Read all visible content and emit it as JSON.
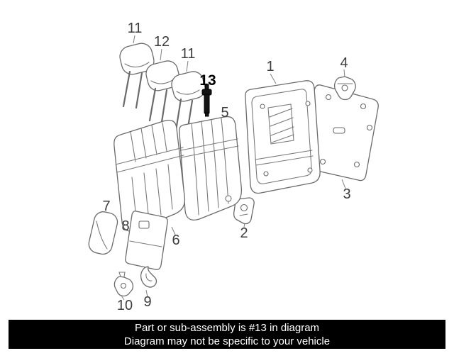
{
  "diagram": {
    "highlighted_part": "13",
    "labels": [
      {
        "id": "11-left",
        "text": "11"
      },
      {
        "id": "12",
        "text": "12"
      },
      {
        "id": "11-right",
        "text": "11"
      },
      {
        "id": "13",
        "text": "13"
      },
      {
        "id": "1",
        "text": "1"
      },
      {
        "id": "4",
        "text": "4"
      },
      {
        "id": "5",
        "text": "5"
      },
      {
        "id": "3",
        "text": "3"
      },
      {
        "id": "2",
        "text": "2"
      },
      {
        "id": "6",
        "text": "6"
      },
      {
        "id": "7",
        "text": "7"
      },
      {
        "id": "8",
        "text": "8"
      },
      {
        "id": "9",
        "text": "9"
      },
      {
        "id": "10",
        "text": "10"
      }
    ]
  },
  "banner": {
    "line1": "Part or sub-assembly is #13 in diagram",
    "line2": "Diagram may not be specific to your vehicle",
    "background": "#000000",
    "text_color": "#ffffff"
  }
}
